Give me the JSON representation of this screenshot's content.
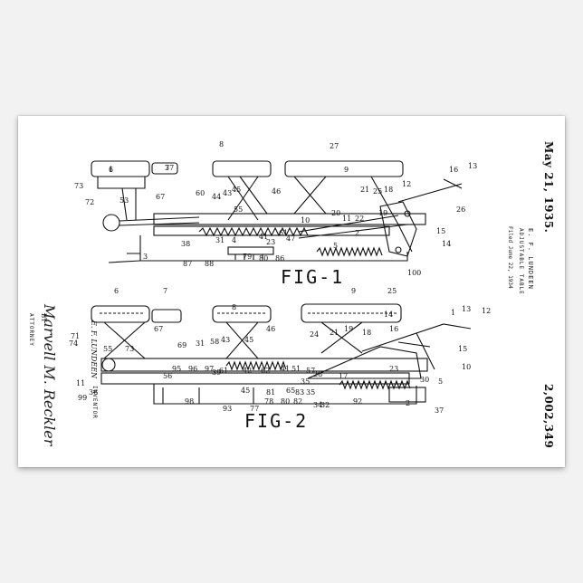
{
  "header": {
    "date": "May 21, 1935.",
    "patent_number": "2,002,349",
    "inventor_name": "E. F. LUNDEEN",
    "title": "ADJUSTABLE TABLE",
    "filed": "Filed June 22, 1934"
  },
  "figures": {
    "fig1_label": "FIG-1",
    "fig2_label": "FIG-2"
  },
  "margin": {
    "signature": "Marvell M. Reckler",
    "by": "BY",
    "attorney": "ATTORNEY",
    "inventor_name": "E. F. LUNDEEN",
    "inventor_label": "INVENTOR"
  },
  "fig1_numbers": [
    "6",
    "7",
    "73",
    "72",
    "53",
    "67",
    "8",
    "60",
    "44",
    "43",
    "45",
    "55",
    "46",
    "27",
    "9",
    "21",
    "25",
    "18",
    "16",
    "13",
    "12",
    "26",
    "10",
    "11",
    "22",
    "20",
    "19",
    "15",
    "14",
    "2",
    "5",
    "23",
    "47",
    "61",
    "41",
    "38",
    "31",
    "4",
    "79",
    "80",
    "86",
    "88",
    "87",
    "3",
    "100",
    "1",
    "37"
  ],
  "fig2_numbers": [
    "6",
    "7",
    "74",
    "71",
    "8",
    "9",
    "25",
    "14",
    "1",
    "13",
    "12",
    "55",
    "73",
    "67",
    "69",
    "31",
    "58",
    "43",
    "45",
    "46",
    "24",
    "21",
    "19",
    "18",
    "16",
    "15",
    "10",
    "11",
    "56",
    "95",
    "96",
    "97",
    "61",
    "42",
    "62",
    "41",
    "51",
    "57",
    "28",
    "17",
    "23",
    "30",
    "5",
    "36",
    "99",
    "98",
    "93",
    "77",
    "78",
    "80",
    "82",
    "81",
    "83",
    "35",
    "34",
    "32",
    "92",
    "2",
    "37",
    "39",
    "35",
    "45",
    "65"
  ]
}
